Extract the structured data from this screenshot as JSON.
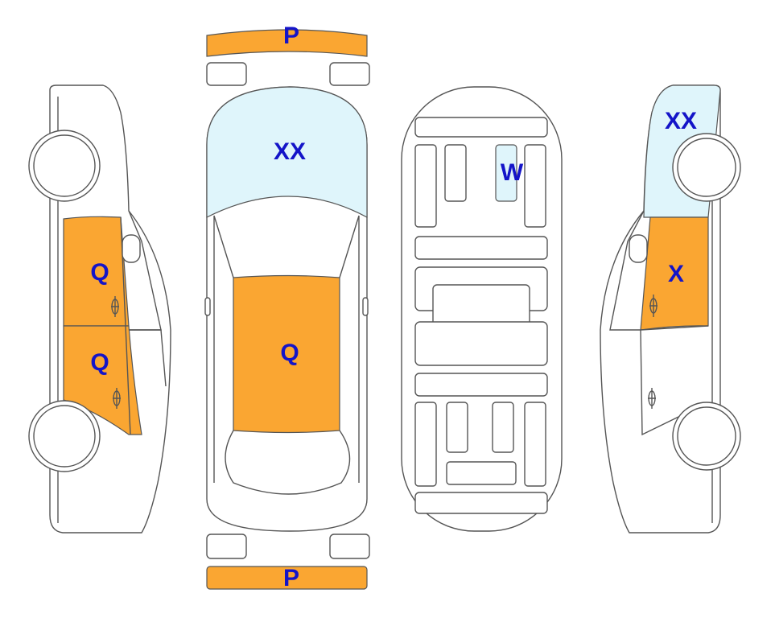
{
  "colors": {
    "damage_orange": "#FAA632",
    "glass_blue": "#DFF5FB",
    "label_blue": "#1414C8",
    "outline": "#555555"
  },
  "labels": {
    "front_bumper": "P",
    "rear_bumper": "P",
    "windshield": "XX",
    "roof": "Q",
    "left_front_door": "Q",
    "left_rear_door": "Q",
    "floor_panel": "W",
    "right_windshield": "XX",
    "right_front_door": "X"
  }
}
